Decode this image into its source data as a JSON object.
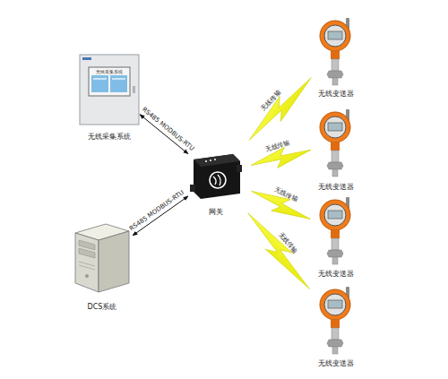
{
  "diagram": {
    "nodes": [
      {
        "text": [
          "无线采集系统"
        ]
      },
      {
        "text": [
          "网关"
        ]
      },
      {
        "text": [
          "DCS系统"
        ]
      },
      {
        "text": [
          "无线变送器"
        ]
      },
      {
        "text": [
          "无线变送器"
        ]
      },
      {
        "text": [
          "无线变送器"
        ]
      },
      {
        "text": [
          "无线变送器"
        ]
      }
    ],
    "edges": [
      {
        "from": 0,
        "to": 1,
        "label": "RS485 MODBUS-RTU",
        "arrow": "both"
      },
      {
        "from": 2,
        "to": 1,
        "label": "RS485 MODBUS-RTU",
        "arrow": "both"
      },
      {
        "from": 1,
        "to": 3,
        "label": "无线传输",
        "arrow": "none"
      },
      {
        "from": 1,
        "to": 4,
        "label": "无线传输",
        "arrow": "none"
      },
      {
        "from": 1,
        "to": 5,
        "label": "无线传输",
        "arrow": "none"
      },
      {
        "from": 1,
        "to": 6,
        "label": "无线传输",
        "arrow": "none"
      }
    ],
    "labels": [
      "无线采集系统"
    ]
  }
}
